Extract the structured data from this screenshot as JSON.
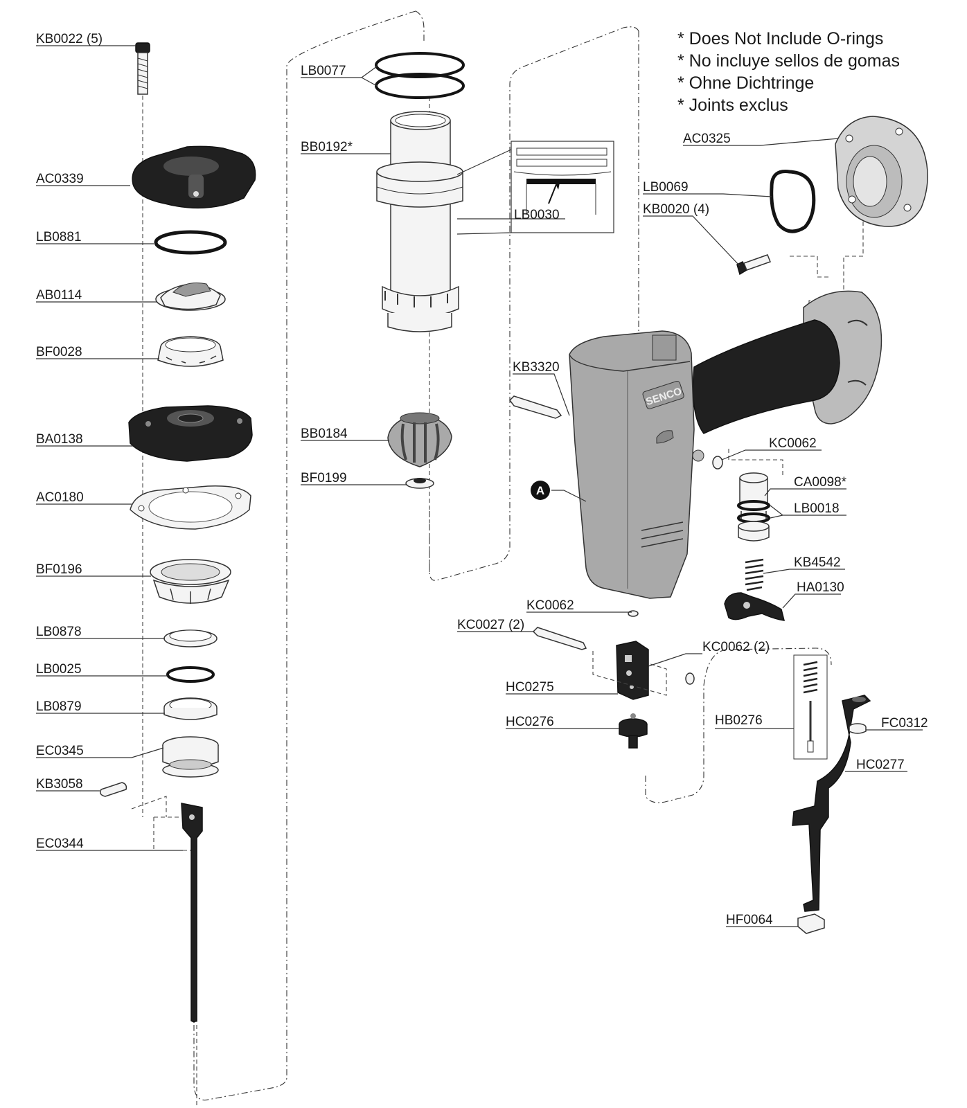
{
  "notes": [
    "* Does Not Include O-rings",
    "* No incluye sellos de gomas",
    "* Ohne Dichtringe",
    "* Joints exclus"
  ],
  "parts": {
    "kb0022": "KB0022 (5)",
    "ac0339": "AC0339",
    "lb0881": "LB0881",
    "ab0114": "AB0114",
    "bf0028": "BF0028",
    "ba0138": "BA0138",
    "ac0180": "AC0180",
    "bf0196": "BF0196",
    "lb0878": "LB0878",
    "lb0025": "LB0025",
    "lb0879": "LB0879",
    "ec0345": "EC0345",
    "kb3058": "KB3058",
    "ec0344": "EC0344",
    "lb0077": "LB0077",
    "bb0192": "BB0192*",
    "lb0030": "LB0030",
    "bb0184": "BB0184",
    "bf0199": "BF0199",
    "ac0325": "AC0325",
    "lb0069": "LB0069",
    "kb0020": "KB0020 (4)",
    "kb3320": "KB3320",
    "kc0062_a": "KC0062",
    "ca0098": "CA0098*",
    "lb0018": "LB0018",
    "kb4542": "KB4542",
    "ha0130": "HA0130",
    "kc0062_b": "KC0062",
    "kc0027": "KC0027 (2)",
    "kc0062_c": "KC0062 (2)",
    "hc0275": "HC0275",
    "hc0276": "HC0276",
    "hb0276": "HB0276",
    "fc0312": "FC0312",
    "hc0277": "HC0277",
    "hf0064": "HF0064"
  },
  "callout": "A",
  "brand": "SENCO"
}
